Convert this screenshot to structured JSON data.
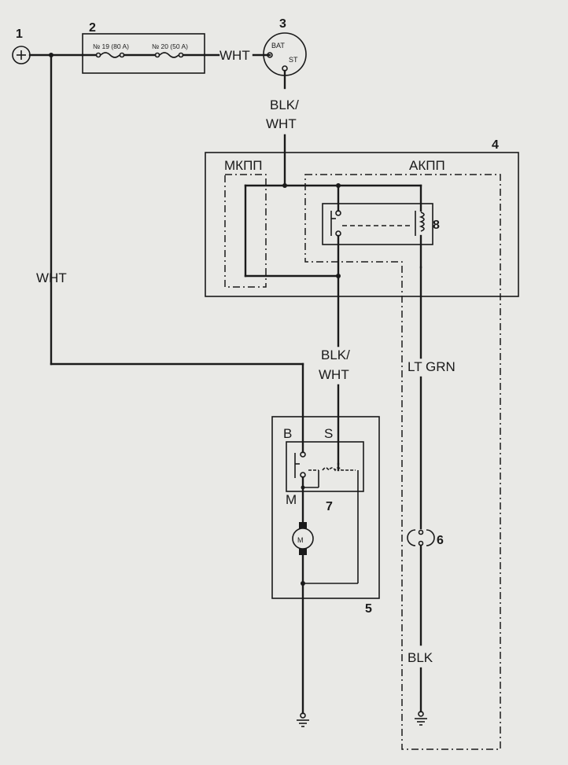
{
  "callouts": {
    "c1": "1",
    "c2": "2",
    "c3": "3",
    "c4": "4",
    "c5": "5",
    "c6": "6",
    "c7": "7",
    "c8": "8"
  },
  "fuses": {
    "f19": "№ 19 (80 A)",
    "f20": "№ 20 (50 A)"
  },
  "battery_terminals": {
    "bat": "BAT",
    "st": "ST"
  },
  "wires": {
    "wht_top": "WHT",
    "blk_wht_1a": "BLK/",
    "blk_wht_1b": "WHT",
    "wht_left": "WHT",
    "blk_wht_2a": "BLK/",
    "blk_wht_2b": "WHT",
    "lt_grn": "LT GRN",
    "blk": "BLK"
  },
  "relay_box": {
    "manual": "МКПП",
    "auto": "АКПП"
  },
  "starter": {
    "b": "B",
    "s": "S",
    "m": "M",
    "motor": "M"
  },
  "colors": {
    "ink": "#1a1a1a",
    "paper": "#e9e9e6"
  },
  "icons": [
    "positive-terminal-icon",
    "fuse-icon",
    "ignition-switch-icon",
    "relay-coil-icon",
    "motor-icon",
    "switch-icon",
    "ground-icon"
  ]
}
